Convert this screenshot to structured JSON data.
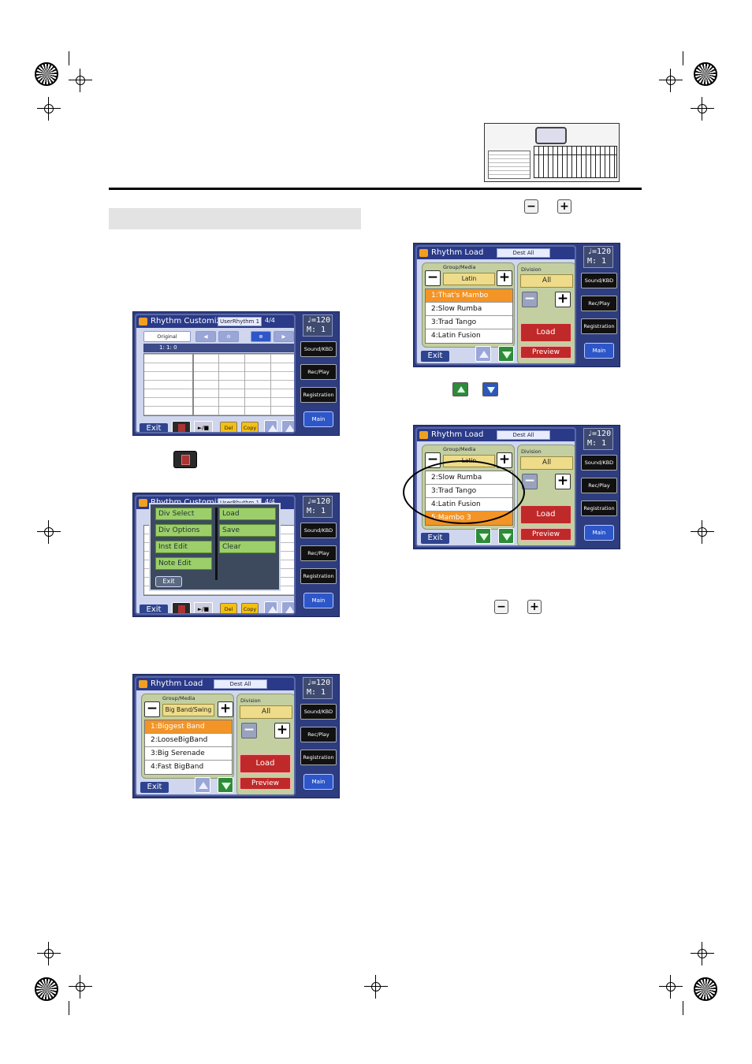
{
  "inline_icons": {
    "minus": "−",
    "plus": "+"
  },
  "screen_common": {
    "tempo_line1": "♩=120",
    "tempo_line2": "M:  1",
    "sound_kbd": "Sound/KBD",
    "rec_play": "Rec/Play",
    "registration": "Registration",
    "main": "Main",
    "exit": "Exit"
  },
  "screen_customize": {
    "title": "Rhythm Customize",
    "pattern_name": "UserRhythm 1",
    "beat": "4/4",
    "original_label": "Original",
    "position": "1: 1:  0",
    "del": "Del",
    "copy": "Copy",
    "play_stop": "►/■"
  },
  "screen_menu": {
    "title": "Rhythm Customize",
    "pattern_name": "UserRhythm 1",
    "beat": "4/4",
    "left_items": [
      "Div Select",
      "Div Options",
      "Inst Edit",
      "Note Edit"
    ],
    "right_items": [
      "Load",
      "Save",
      "Clear"
    ],
    "exit": "Exit"
  },
  "screen_load_bigband": {
    "title": "Rhythm Load",
    "dest": "Dest All",
    "group_label": "Group/Media",
    "group_value": "Big Band/Swing",
    "division_label": "Division",
    "division_value": "All",
    "items": [
      "1:Biggest Band",
      "2:LooseBigBand",
      "3:Big Serenade",
      "4:Fast BigBand"
    ],
    "load": "Load",
    "preview": "Preview"
  },
  "screen_load_latin": {
    "title": "Rhythm Load",
    "dest": "Dest All",
    "group_label": "Group/Media",
    "group_value": "Latin",
    "division_label": "Division",
    "division_value": "All",
    "items": [
      "1:That's Mambo",
      "2:Slow Rumba",
      "3:Trad Tango",
      "4:Latin Fusion"
    ],
    "load": "Load",
    "preview": "Preview"
  },
  "screen_load_scrolled": {
    "title": "Rhythm Load",
    "dest": "Dest All",
    "group_label": "Group/Media",
    "group_value": "Latin",
    "division_label": "Division",
    "division_value": "All",
    "items": [
      "2:Slow Rumba",
      "3:Trad Tango",
      "4:Latin Fusion",
      "5:Mambo 3"
    ],
    "load": "Load",
    "preview": "Preview"
  },
  "colors": {
    "selected_row": "#f39426",
    "load_button": "#c0292a",
    "menu_item": "#9ccf6a",
    "screen_frame": "#2e3d80"
  }
}
